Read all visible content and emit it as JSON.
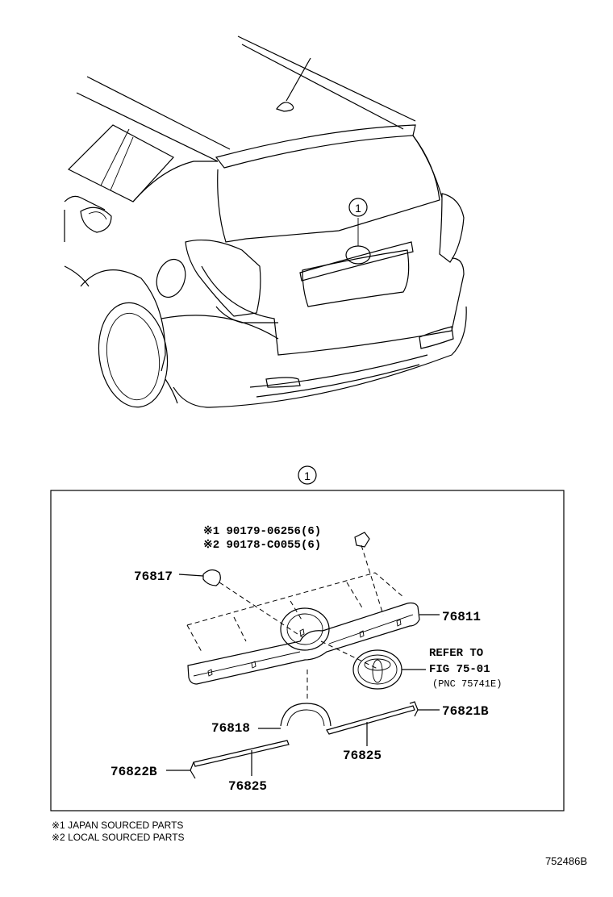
{
  "callout_top": "1",
  "callout_detail": "1",
  "parts": {
    "p76817": "76817",
    "p76811": "76811",
    "p76818": "76818",
    "p76821B": "76821B",
    "p76825a": "76825",
    "p76825b": "76825",
    "p76822B": "76822B"
  },
  "fasteners": {
    "line1": "※1 90179-06256(6)",
    "line2": "※2 90178-C0055(6)"
  },
  "refer": {
    "line1": "REFER TO",
    "line2": "FIG 75-01",
    "line3": "(PNC 75741E)"
  },
  "notes": {
    "japan": "※1 JAPAN SOURCED PARTS",
    "local": "※2 LOCAL SOURCED PARTS"
  },
  "figure_id": "752486B"
}
